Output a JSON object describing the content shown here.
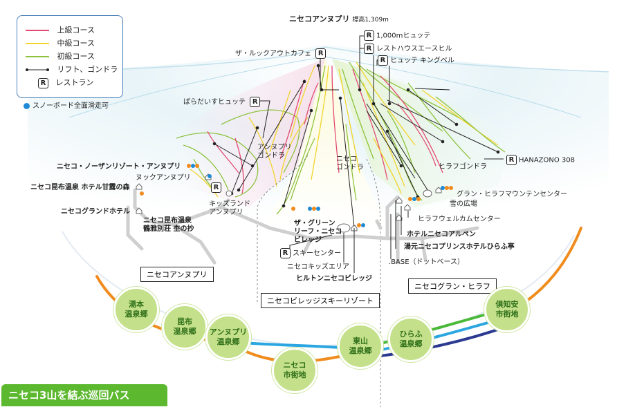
{
  "map": {
    "summit": {
      "name": "ニセコアンヌプリ",
      "elevation": "標高1,309m"
    },
    "legend": {
      "items": [
        {
          "label": "上級コース",
          "color": "#e34a73"
        },
        {
          "label": "中級コース",
          "color": "#f2d42a"
        },
        {
          "label": "初級コース",
          "color": "#8cc23c"
        },
        {
          "label": "リフト、ゴンドラ",
          "color": "#222222"
        },
        {
          "label": "レストラン",
          "icon": "R"
        }
      ],
      "snowboard_note": "スノーボード全面滑走可"
    },
    "restaurants": [
      {
        "id": "look-out",
        "label": "ザ・ルックアウトカフェ"
      },
      {
        "id": "hutte1000",
        "label": "1,000mヒュッテ"
      },
      {
        "id": "ace-hill",
        "label": "レストハウスエースヒル"
      },
      {
        "id": "king-bell",
        "label": "ヒュッテ キングベル"
      },
      {
        "id": "paradise",
        "label": "ぱらだいすヒュッテ"
      },
      {
        "id": "hanazono",
        "label": "HANAZONO 308"
      },
      {
        "id": "ski-center",
        "label": "スキーセンター"
      }
    ],
    "gondolas": {
      "annupuri": "アンヌプリ\nゴンドラ",
      "niseko": "ニセコ\nゴンドラ",
      "hirafu": "ヒラフゴンドラ"
    },
    "facilities": {
      "northern_resort": "ニセコ・ノーザンリゾート・アンヌプリ",
      "nook_annupuri": "ヌックアンヌプリ",
      "kombu_onsen": "ニセコ昆布温泉 ホテル甘露の森",
      "grand_hotel": "ニセコグランドホテル",
      "kombu_tsurugabessou": "ニセコ昆布温泉\n鶴雅別荘 杢の抄",
      "kids_land": "キッズランド\nアンヌプリ",
      "green_leaf": "ザ・グリーン\nリーフ・ニセコ\nビレッジ",
      "kids_area": "ニセコキッズエリア",
      "hilton": "ヒルトンニセコビレッジ",
      "grand_hirafu_center": "グラン・ヒラフマウンテンセンター",
      "snow_plaza": "雪の広場",
      "welcome_center": "ヒラフウェルカムセンター",
      "hotel_albane": "ホテルニセコアルペン",
      "hirafutei": "湯元ニセコプリンスホテルひらふ亭",
      "dot_base": ".BASE（ドットベース）"
    },
    "areas": {
      "annupuri": "ニセコアンヌプリ",
      "village": "ニセコビレッジスキーリゾート",
      "hirafu": "ニセコグラン・ヒラフ"
    },
    "bus": {
      "title": "ニセコ3山を結ぶ巡回バス",
      "stops": [
        {
          "id": "yumoto",
          "label": "湯本\n温泉郷"
        },
        {
          "id": "kombu",
          "label": "昆布\n温泉郷"
        },
        {
          "id": "annupuri-onsen",
          "label": "アンヌプリ\n温泉郷"
        },
        {
          "id": "niseko-town",
          "label": "ニセコ\n市街地"
        },
        {
          "id": "higashiyama",
          "label": "東山\n温泉郷"
        },
        {
          "id": "hirafu-onsen",
          "label": "ひらふ\n温泉郷"
        },
        {
          "id": "kutchan",
          "label": "倶知安\n市街地"
        }
      ],
      "route_colors": {
        "orange": "#f08c1e",
        "blue": "#2ba6e0",
        "green": "#4ab93a",
        "navy": "#2b3990"
      }
    }
  }
}
